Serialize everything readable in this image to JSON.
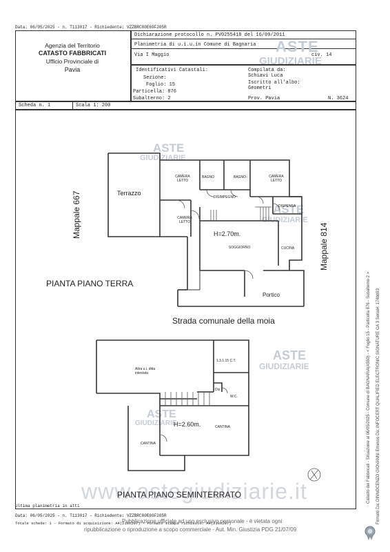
{
  "top_line": "Data: 06/05/2025 - n. T113017 - Richiedente: VZZBRC80E69F205R",
  "header": {
    "agency": "Agenzia del Territorio",
    "catasto": "CATASTO FABBRICATI",
    "ufficio": "Ufficio Provinciale di",
    "city": "Pavia",
    "protocol": "Dichiarazione protocollo n. PV0255418 del  16/09/2011",
    "planimetria": "Planimetria di u.i.u.in Comune di Bagnaria",
    "address": "Via I Maggio",
    "civ": "civ. 14",
    "identificativi": "Identificativi Catastali:",
    "sezione": "Sezione:",
    "foglio": "Foglio: 15",
    "particella": "Particella: 876",
    "subalterno": "Subalterno: 2",
    "compilata": "Compilata da:",
    "compilata_name": "Schiavi Luca",
    "iscritto": "Iscritto all'albo:",
    "albo": "Geometri",
    "prov": "Prov. Pavia",
    "numero": "N.  3624",
    "scheda": "Scheda n. 1",
    "scala": "Scala 1: 200"
  },
  "plan_upper": {
    "mappale_left": "Mappale 667",
    "mappale_right": "Mappale 814",
    "rooms": {
      "terrazzo": "Terrazzo",
      "camera_letto": "CAMERA LETTO",
      "bagno": "BAGNO",
      "disimpegno": "DISIMPEGNO",
      "dispensa": "DISPENSA",
      "height": "H=2.70m.",
      "soggiorno": "SOGGIORNO",
      "cucina": "CUCINA",
      "portico": "Portico"
    },
    "floor_title": "PIANTA PIANO TERRA",
    "street": "Strada comunale della moia"
  },
  "plan_lower": {
    "altra_ui": "Altra u.i. ditta intestata",
    "ct": "1.3.1.15 C.T.",
    "dis": "Dis",
    "wc": "W.C.",
    "height": "H=2.60m.",
    "cantina": "CANTINA",
    "floor_title": "PIANTA PIANO SEMINTERRATO"
  },
  "footer": {
    "ultima": "Ultima planimetria in atti",
    "data_line": "Data: 06/05/2025 - n. T113017 - Richiedente: VZZBRC80E69F205R",
    "totale": "Totale schede: 1 - Formato di acquisizione: A4(210x297) - Formato stampa richiesto: A4(210x297)",
    "disclaimer1": "Pubblicazione ufficiale ad uso esclusivo personale - è vietata ogni",
    "disclaimer2": "ripubblicazione o riproduzione a scopo commerciale - Aut. Min. Giustizia PDG 21/07/09"
  },
  "side_text": {
    "line1": "Catasto dei Fabbricati - Situazione al 06/05/2025 - Comune di BAGNARIA(A550) - < Foglio 15 - Particella 876 - Subalterno 2 >",
    "line2": "Firmato Da: DINNOCENZO GIOVANNI Emesso Da: INFOCERT QUALIFIED ELECTRONIC SIGNATURE CA 3 Serial#: 174bb93"
  },
  "watermarks": {
    "aste": "ASTE",
    "giudiziarie": "GIUDIZIARIE",
    "site": "www.astegiudiziarie.it"
  }
}
